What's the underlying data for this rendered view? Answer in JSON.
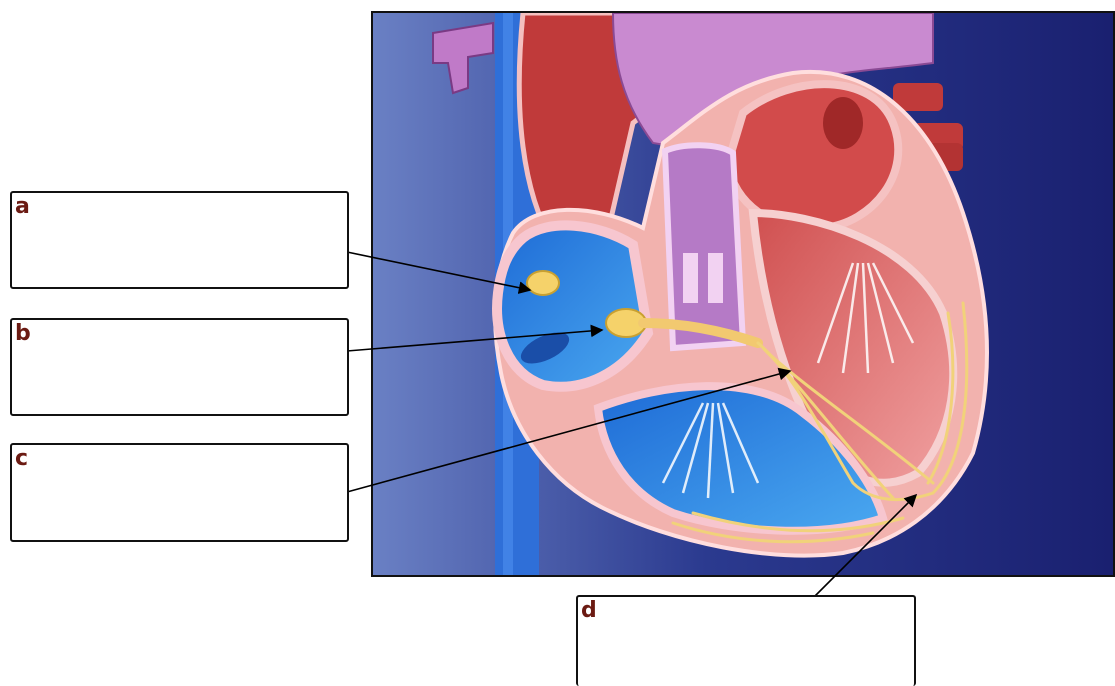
{
  "labels": [
    {
      "letter": "a",
      "answer": ""
    },
    {
      "letter": "b",
      "answer": ""
    },
    {
      "letter": "c",
      "answer": ""
    },
    {
      "letter": "d",
      "answer": ""
    }
  ]
}
